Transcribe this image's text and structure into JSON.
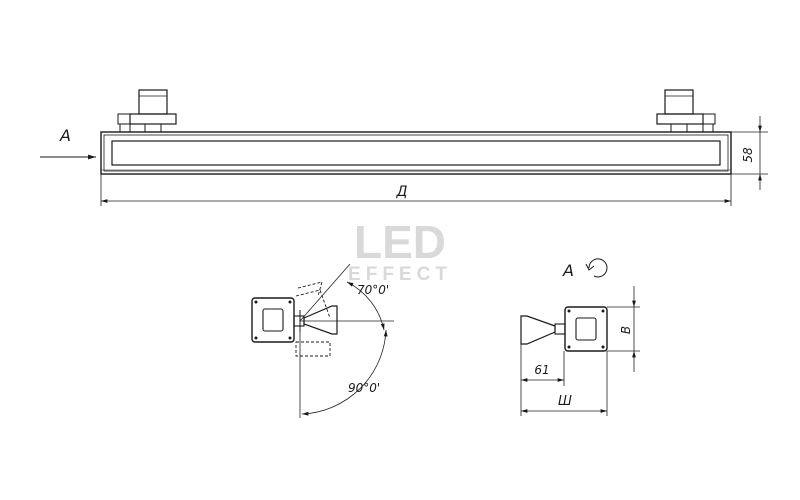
{
  "view_arrow_label": "A",
  "length_label": "Д",
  "height_label": "58",
  "tilt_up_label": "70°0'",
  "tilt_down_label": "90°0'",
  "view_title": "A",
  "bracket_height_label": "В",
  "bracket_offset_label": "61",
  "width_label": "Ш",
  "watermark": {
    "line1": "LED",
    "line2": "EFFECT"
  },
  "colors": {
    "line": "#1a1a1a",
    "watermark": "#d9d9d9"
  },
  "icons": {
    "view_arrow": "arrow-right-icon",
    "view_rotation": "rotation-arrow-icon"
  }
}
